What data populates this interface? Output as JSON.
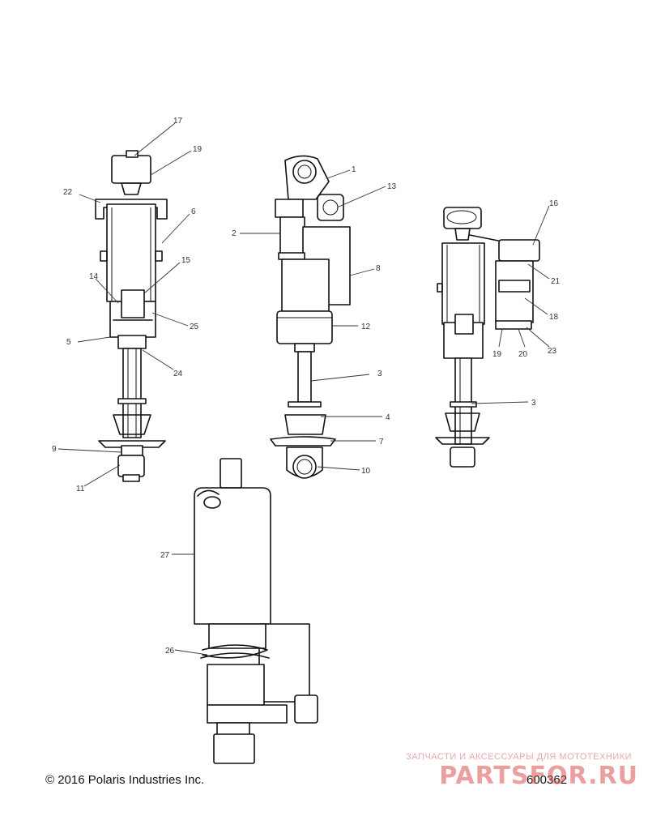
{
  "callouts": [
    "17",
    "19",
    "22",
    "6",
    "15",
    "14",
    "25",
    "5",
    "24",
    "9",
    "11",
    "1",
    "13",
    "2",
    "8",
    "12",
    "3",
    "4",
    "7",
    "10",
    "16",
    "21",
    "18",
    "19",
    "20",
    "23",
    "3",
    "27",
    "26"
  ],
  "footer": {
    "copyright": "© 2016 Polaris Industries Inc.",
    "figure_number": "600362"
  },
  "watermark": {
    "tagline": "ЗАПЧАСТИ И АКСЕССУАРЫ ДЛЯ МОТОТЕХНИКИ",
    "brand": "PARTSFOR.RU"
  },
  "colors": {
    "line": "#111111",
    "watermark": "#dc5050"
  }
}
